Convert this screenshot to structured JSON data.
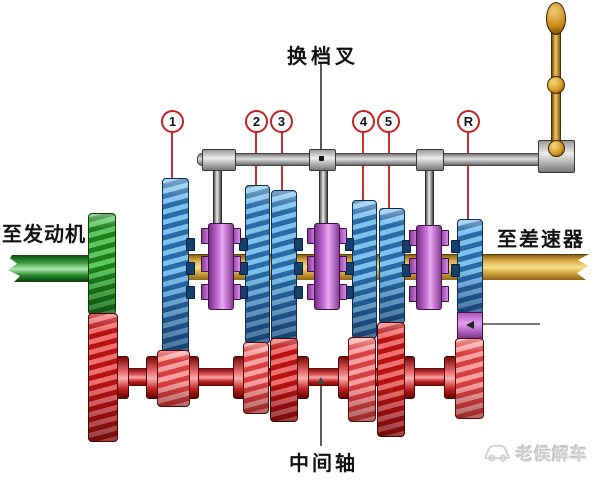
{
  "labels": {
    "shift_fork": "换档叉",
    "to_engine": "至发动机",
    "to_differential": "至差速器",
    "counter_shaft": "中间轴"
  },
  "callouts": [
    {
      "label": "1"
    },
    {
      "label": "2"
    },
    {
      "label": "3"
    },
    {
      "label": "4"
    },
    {
      "label": "5"
    },
    {
      "label": "R"
    }
  ],
  "watermark": {
    "text": "老侯解车"
  },
  "colors": {
    "callout_ring": "#c42222",
    "blue_gear_dark": "#2a6aa6",
    "blue_gear_light": "#7ec2ee",
    "red_gear_dark": "#b81212",
    "red_gear_light": "#ee7070",
    "green_gear": "#1e7e1e",
    "purple_sync": "#c878d8",
    "main_shaft_gold": "#e0b850",
    "counter_shaft_red": "#e05050",
    "metal_gray": "#b8b8b8"
  }
}
